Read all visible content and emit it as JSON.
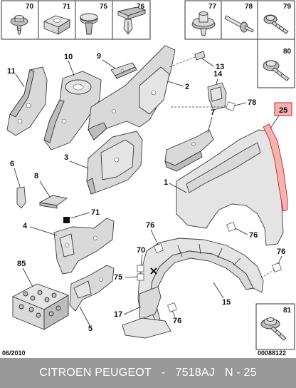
{
  "fastener_header": {
    "left_numbers": [
      "70",
      "71",
      "75",
      "76"
    ],
    "right_numbers": [
      "77",
      "78",
      "79",
      "80"
    ]
  },
  "callouts": {
    "c1": "1",
    "c2": "2",
    "c3": "3",
    "c4": "4",
    "c5": "5",
    "c6": "6",
    "c7": "7",
    "c8": "8",
    "c9": "9",
    "c10": "10",
    "c11": "11",
    "c13": "13",
    "c14": "14",
    "c15": "15",
    "c17": "17",
    "c25": "25",
    "c70": "70",
    "c71a": "71",
    "c75": "75",
    "c76a": "76",
    "c76b": "76",
    "c76c": "76",
    "c76d": "76",
    "c78": "78",
    "c81": "81",
    "c85": "85"
  },
  "footer": {
    "date": "06/2010",
    "code": "00088122"
  },
  "caption": {
    "brand": "CITROEN PEUGEOT",
    "separator": "-",
    "part_number": "7518AJ",
    "ref": "N - 25"
  },
  "colors": {
    "highlight_fill": "#f4b3b3",
    "highlight_stroke": "#d62020",
    "caption_bg": "#999999"
  }
}
